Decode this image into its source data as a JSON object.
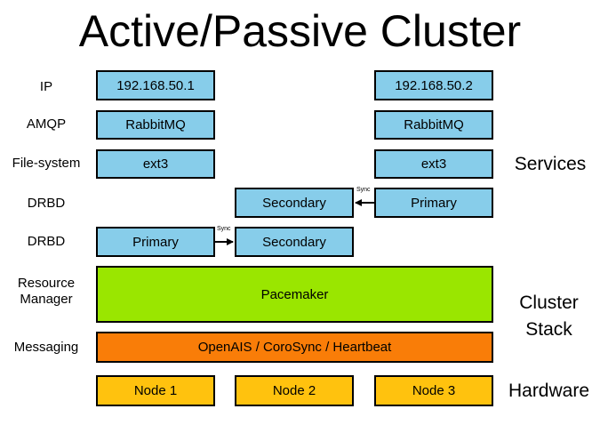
{
  "title": "Active/Passive Cluster",
  "row_labels": {
    "ip": "IP",
    "amqp": "AMQP",
    "filesystem": "File-system",
    "drbd_top": "DRBD",
    "drbd_bottom": "DRBD",
    "resource_manager": "Resource\nManager",
    "messaging": "Messaging"
  },
  "side_labels": {
    "services": "Services",
    "cluster_stack": "Cluster\nStack",
    "hardware": "Hardware"
  },
  "node_a": {
    "ip": "192.168.50.1",
    "amqp": "RabbitMQ",
    "filesystem": "ext3",
    "drbd": "Primary"
  },
  "node_b": {
    "drbd_top": "Secondary",
    "drbd_bottom": "Secondary"
  },
  "node_c": {
    "ip": "192.168.50.2",
    "amqp": "RabbitMQ",
    "filesystem": "ext3",
    "drbd": "Primary"
  },
  "sync_label": "Sync",
  "pacemaker": "Pacemaker",
  "messaging_layer": "OpenAIS / CoroSync / Heartbeat",
  "hardware": {
    "node1": "Node 1",
    "node2": "Node 2",
    "node3": "Node 3"
  },
  "colors": {
    "service_box": "#87cdea",
    "resource_manager": "#9ae600",
    "messaging": "#f97d08",
    "hardware": "#ffc20e"
  }
}
